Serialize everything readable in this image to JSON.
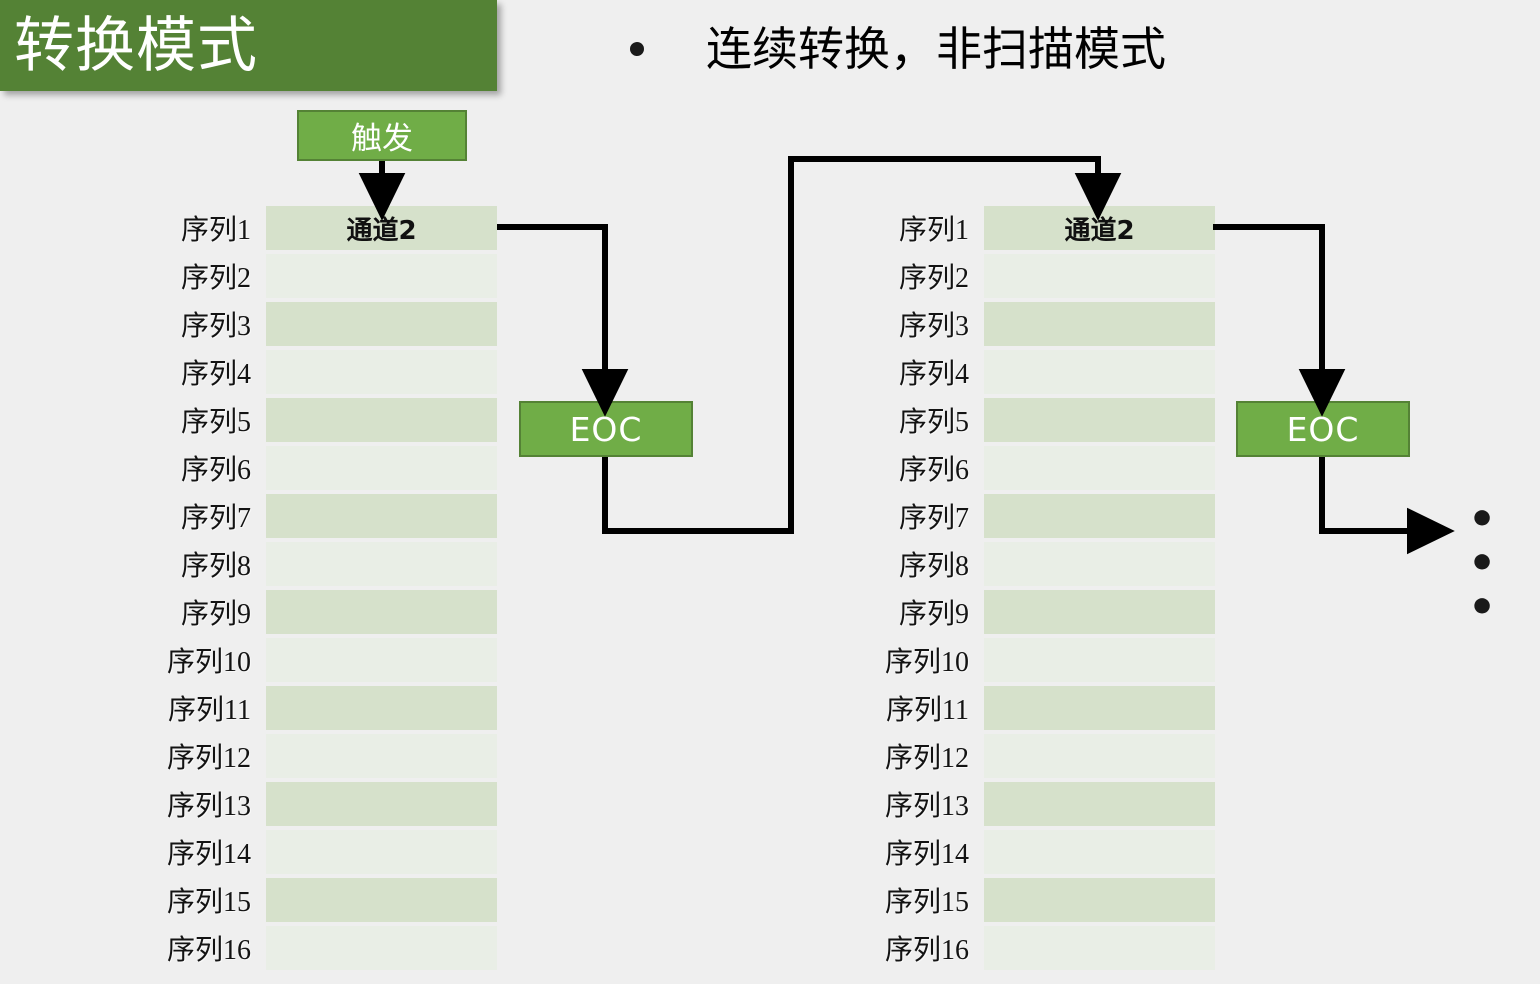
{
  "slide": {
    "title": "转换模式",
    "bullet": "连续转换，非扫描模式",
    "bullet_marker": "•",
    "background_color": "#efefef",
    "accent_dark_green": "#548235",
    "accent_green": "#70ad47",
    "row_color_odd": "#d6e1cb",
    "row_color_even": "#e9eee6",
    "wire_color": "#000000"
  },
  "diagram": {
    "trigger_label": "触发",
    "ellipsis": "• • •",
    "groups": [
      {
        "name": "conversion-group-1",
        "channel_label": "通道2",
        "eoc_label": "EOC",
        "rows": [
          {
            "seq": "序列1",
            "value": "通道2"
          },
          {
            "seq": "序列2",
            "value": ""
          },
          {
            "seq": "序列3",
            "value": ""
          },
          {
            "seq": "序列4",
            "value": ""
          },
          {
            "seq": "序列5",
            "value": ""
          },
          {
            "seq": "序列6",
            "value": ""
          },
          {
            "seq": "序列7",
            "value": ""
          },
          {
            "seq": "序列8",
            "value": ""
          },
          {
            "seq": "序列9",
            "value": ""
          },
          {
            "seq": "序列10",
            "value": ""
          },
          {
            "seq": "序列11",
            "value": ""
          },
          {
            "seq": "序列12",
            "value": ""
          },
          {
            "seq": "序列13",
            "value": ""
          },
          {
            "seq": "序列14",
            "value": ""
          },
          {
            "seq": "序列15",
            "value": ""
          },
          {
            "seq": "序列16",
            "value": ""
          }
        ]
      },
      {
        "name": "conversion-group-2",
        "channel_label": "通道2",
        "eoc_label": "EOC",
        "rows": [
          {
            "seq": "序列1",
            "value": "通道2"
          },
          {
            "seq": "序列2",
            "value": ""
          },
          {
            "seq": "序列3",
            "value": ""
          },
          {
            "seq": "序列4",
            "value": ""
          },
          {
            "seq": "序列5",
            "value": ""
          },
          {
            "seq": "序列6",
            "value": ""
          },
          {
            "seq": "序列7",
            "value": ""
          },
          {
            "seq": "序列8",
            "value": ""
          },
          {
            "seq": "序列9",
            "value": ""
          },
          {
            "seq": "序列10",
            "value": ""
          },
          {
            "seq": "序列11",
            "value": ""
          },
          {
            "seq": "序列12",
            "value": ""
          },
          {
            "seq": "序列13",
            "value": ""
          },
          {
            "seq": "序列14",
            "value": ""
          },
          {
            "seq": "序列15",
            "value": ""
          },
          {
            "seq": "序列16",
            "value": ""
          }
        ]
      }
    ]
  }
}
